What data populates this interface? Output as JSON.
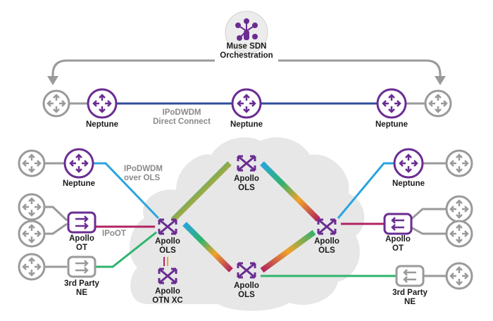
{
  "colors": {
    "purple": "#6a2c91",
    "gray": "#9a9a9a",
    "link_blue": "#2f4e9c",
    "link_cyan": "#2aa4de",
    "link_magenta": "#b0245f",
    "link_green": "#2fb36e",
    "cloud": "#e7e7e7"
  },
  "orchestrator": {
    "label_line1": "Muse SDN",
    "label_line2": "Orchestration",
    "icon": "touch-network-icon"
  },
  "top_row": {
    "left_neptune": "Neptune",
    "center_neptune": "Neptune",
    "right_neptune": "Neptune",
    "link_label_line1": "IPoDWDM",
    "link_label_line2": "Direct Connect"
  },
  "left_side": {
    "neptune": "Neptune",
    "ipodwdm_line1": "IPoDWDM",
    "ipodwdm_line2": "over OLS",
    "ipoot": "IPoOT",
    "apollo_ot_line1": "Apollo",
    "apollo_ot_line2": "OT",
    "third_party_line1": "3rd Party",
    "third_party_line2": "NE"
  },
  "cloud_nodes": {
    "ols_left_line1": "Apollo",
    "ols_left_line2": "OLS",
    "ols_top_line1": "Apollo",
    "ols_top_line2": "OLS",
    "ols_bottom_line1": "Apollo",
    "ols_bottom_line2": "OLS",
    "ols_right_line1": "Apollo",
    "ols_right_line2": "OLS",
    "otn_line1": "Apollo",
    "otn_line2": "OTN XC"
  },
  "right_side": {
    "neptune": "Neptune",
    "apollo_ot_line1": "Apollo",
    "apollo_ot_line2": "OT",
    "third_party_line1": "3rd Party",
    "third_party_line2": "NE"
  }
}
